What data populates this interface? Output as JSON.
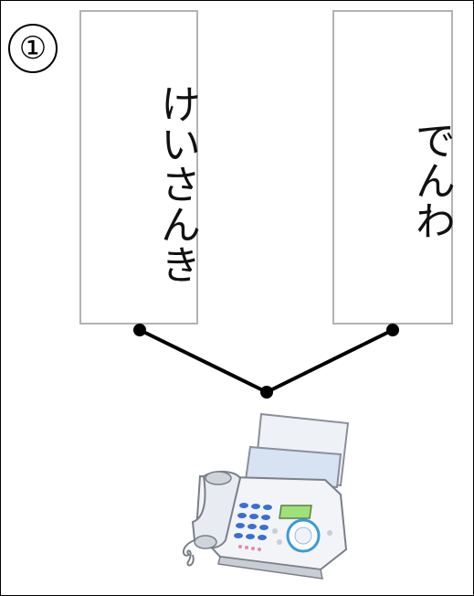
{
  "question_number": "①",
  "cards": {
    "left": "けいさんき",
    "right": "でんわ"
  },
  "illustration": {
    "icon": "fax-machine-icon"
  },
  "colors": {
    "card_border": "#b3b3b3",
    "line": "#000000",
    "display": "#9fe07a",
    "keypad": "#3a6fd1",
    "body": "#f2f4f8"
  }
}
